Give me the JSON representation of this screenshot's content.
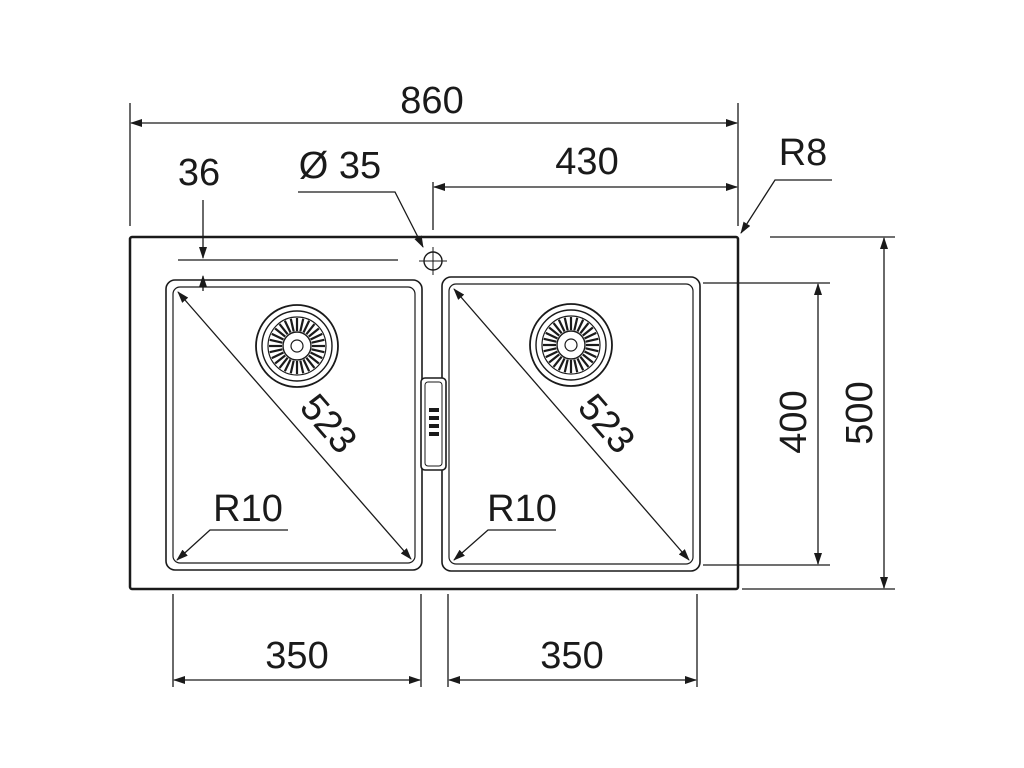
{
  "diagram": {
    "dimensions": {
      "overall_width": "860",
      "overall_depth": "500",
      "half_width": "430",
      "tap_hole_diameter": "Ø 35",
      "bowl_offset_from_edge": "36",
      "corner_radius_outer": "R8",
      "bowl_depth": "400",
      "left_bowl_width": "350",
      "right_bowl_width": "350",
      "left_bowl_diagonal": "523",
      "right_bowl_diagonal": "523",
      "left_bowl_corner_radius": "R10",
      "right_bowl_corner_radius": "R10"
    }
  }
}
